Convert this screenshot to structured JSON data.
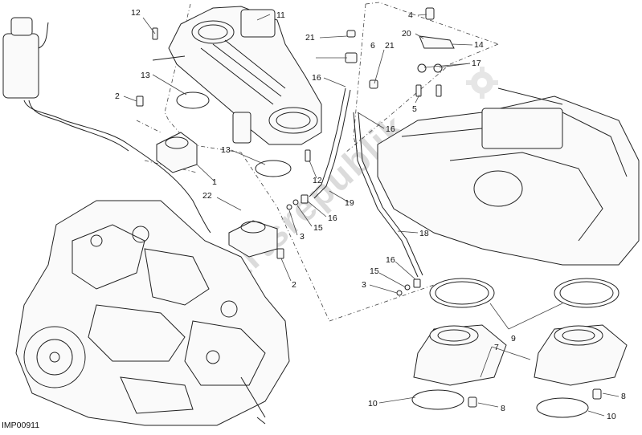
{
  "diagram": {
    "code": "IMP00911",
    "watermark": "Partsrepublik",
    "callouts": [
      "12",
      "11",
      "21",
      "6",
      "21",
      "4",
      "20",
      "14",
      "13",
      "2",
      "16",
      "17",
      "5",
      "16",
      "13",
      "1",
      "12",
      "22",
      "19",
      "16",
      "15",
      "3",
      "18",
      "2",
      "16",
      "15",
      "3",
      "9",
      "7",
      "10",
      "8",
      "8",
      "10"
    ]
  }
}
